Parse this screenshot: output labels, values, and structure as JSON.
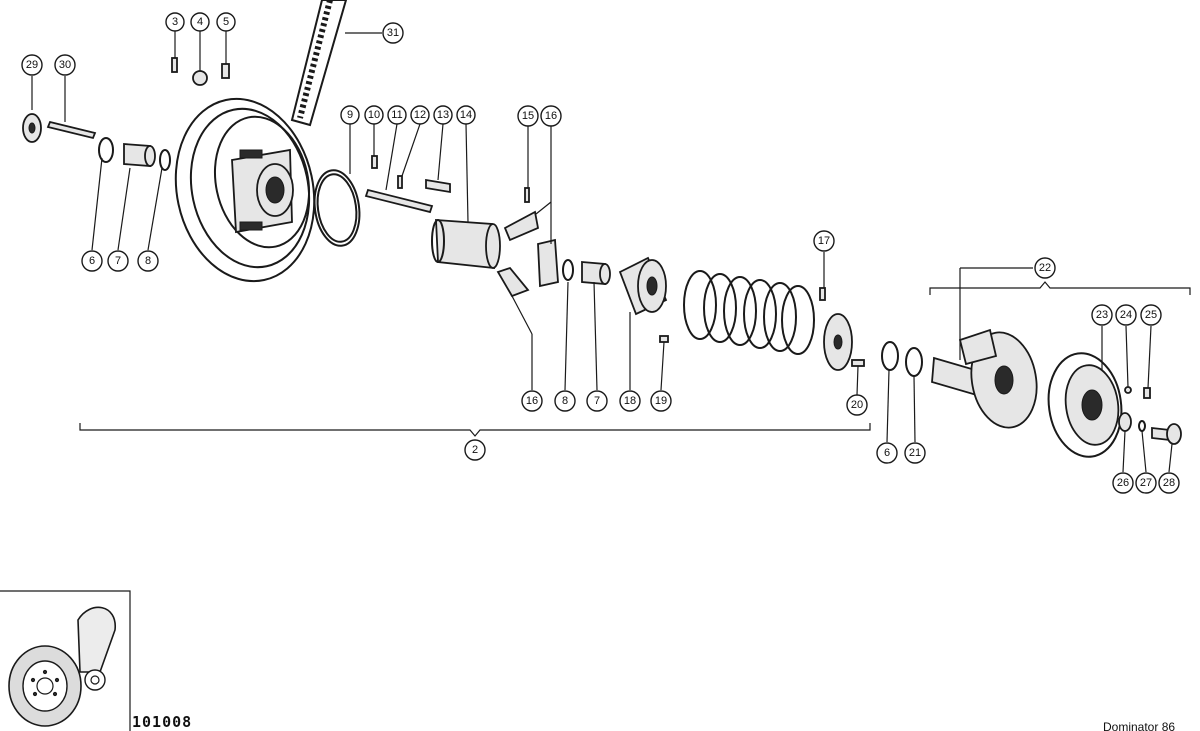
{
  "reference_number": "101008",
  "model_label": "Dominator 86",
  "callouts": {
    "c1": "3",
    "c2": "4",
    "c3": "5",
    "c4": "31",
    "c5": "29",
    "c6": "30",
    "c7": "6",
    "c8": "7",
    "c9": "8",
    "c10": "9",
    "c11": "10",
    "c12": "11",
    "c13": "12",
    "c14": "13",
    "c15": "14",
    "c16": "15",
    "c17": "16",
    "c18": "16",
    "c19": "8",
    "c20": "7",
    "c21": "18",
    "c22": "19",
    "c23": "17",
    "c24": "20",
    "c25": "2",
    "c26": "22",
    "c27": "6",
    "c28": "21",
    "c29": "23",
    "c30": "24",
    "c31": "25",
    "c32": "26",
    "c33": "27",
    "c34": "28"
  }
}
